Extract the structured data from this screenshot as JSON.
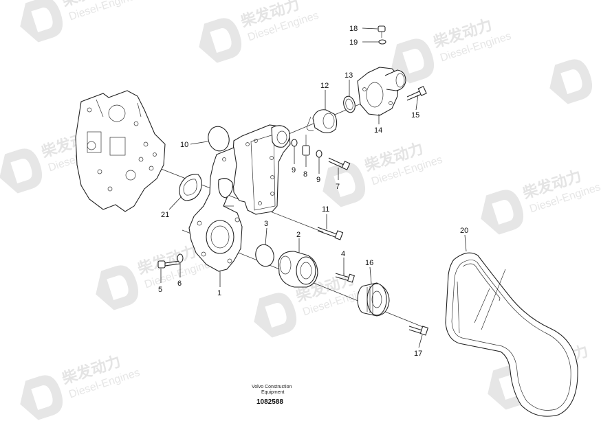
{
  "watermark": {
    "brand_cn": "柴发动力",
    "brand_en": "Diesel-Engines"
  },
  "callouts": [
    "1",
    "2",
    "3",
    "4",
    "5",
    "6",
    "7",
    "8",
    "9",
    "9",
    "10",
    "11",
    "12",
    "13",
    "14",
    "15",
    "16",
    "17",
    "18",
    "19",
    "20",
    "21"
  ],
  "footer": {
    "line1": "Volvo Construction",
    "line2": "Equipment",
    "drawing_number": "1082588"
  }
}
